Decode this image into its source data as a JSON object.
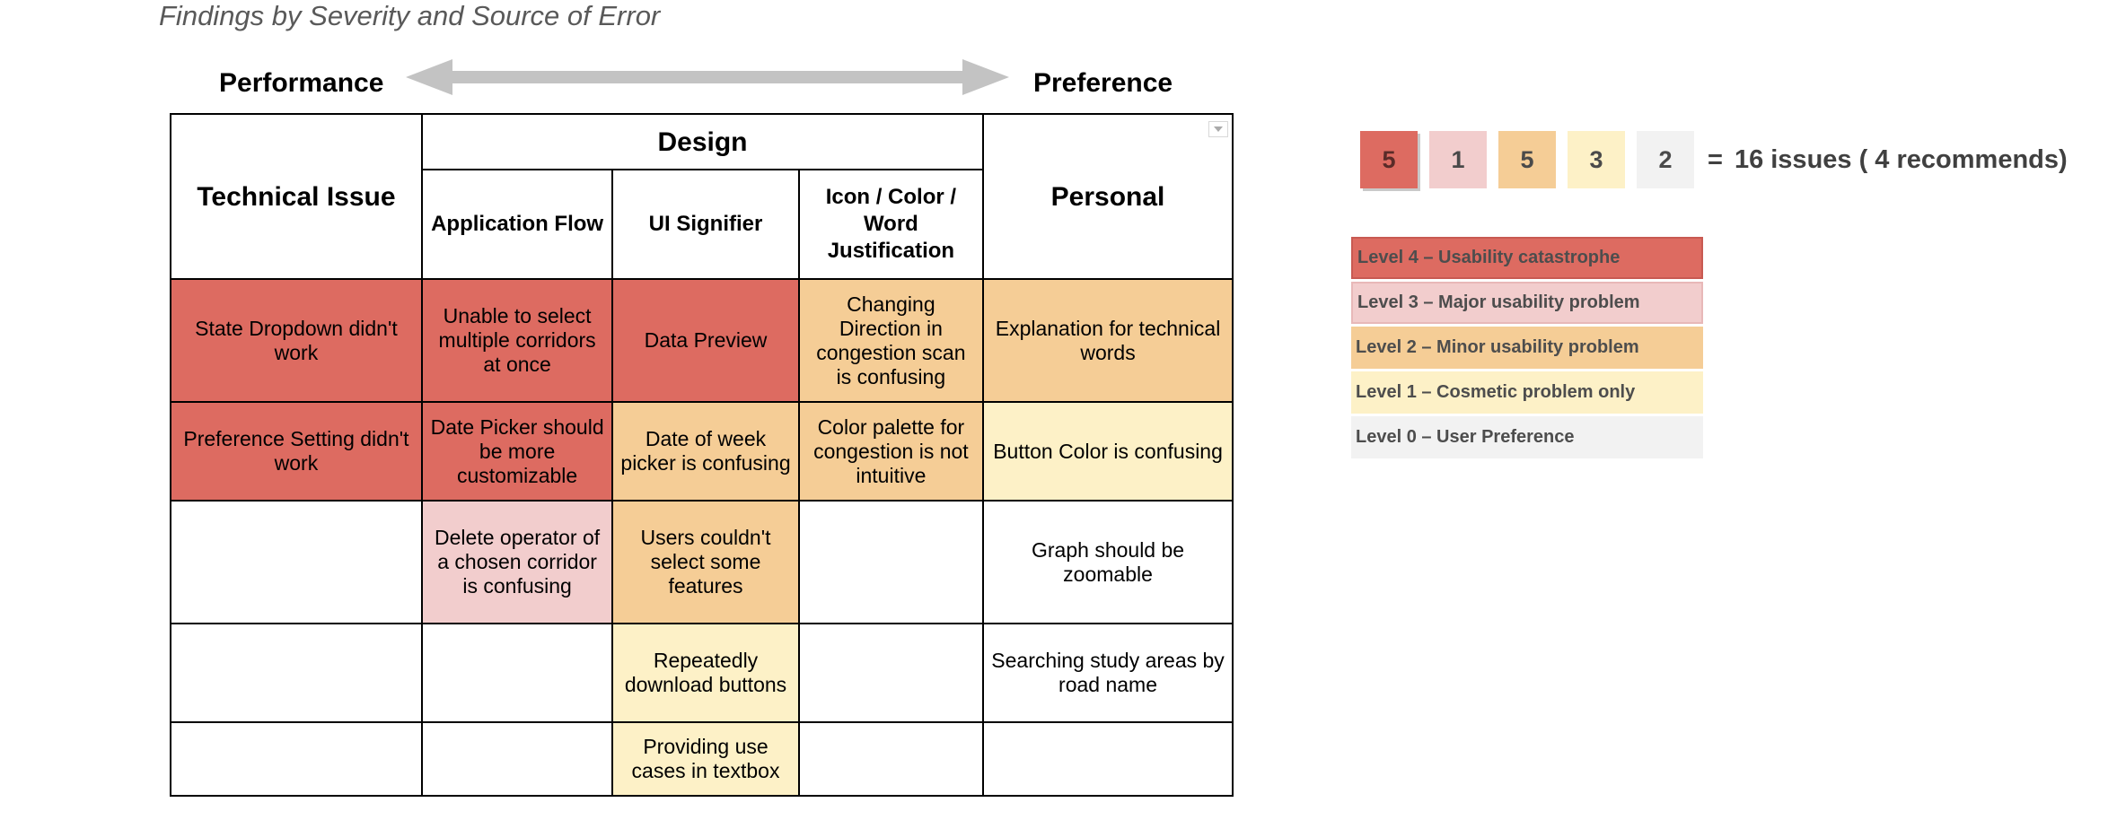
{
  "title": "Findings by Severity and Source of Error",
  "axis": {
    "left_label": "Performance",
    "right_label": "Preference"
  },
  "colors": {
    "level4": "#dd6b61",
    "level3": "#f2cdcd",
    "level2": "#f5cd96",
    "level1": "#fdf1c7",
    "level0": "#f2f2f2"
  },
  "table": {
    "headers": {
      "technical": "Technical Issue",
      "design": "Design",
      "app_flow": "Application Flow",
      "ui_signifier": "UI Signifier",
      "icon_color": "Icon / Color / Word Justification",
      "personal": "Personal"
    },
    "rows": [
      [
        {
          "text": "State Dropdown didn't work",
          "level": 4
        },
        {
          "text": "Unable to select multiple corridors at once",
          "level": 4
        },
        {
          "text": "Data Preview",
          "level": 4
        },
        {
          "text": "Changing Direction in congestion scan is confusing",
          "level": 2
        },
        {
          "text": "Explanation for technical words",
          "level": 2
        }
      ],
      [
        {
          "text": "Preference Setting didn't work",
          "level": 4
        },
        {
          "text": "Date Picker should be more customizable",
          "level": 4
        },
        {
          "text": "Date of week picker is confusing",
          "level": 2
        },
        {
          "text": "Color palette for congestion is not intuitive",
          "level": 2
        },
        {
          "text": "Button Color is confusing",
          "level": 1
        }
      ],
      [
        {
          "text": "",
          "level": null
        },
        {
          "text": "Delete operator of a chosen corridor is confusing",
          "level": 3
        },
        {
          "text": "Users couldn't select some features",
          "level": 2
        },
        {
          "text": "",
          "level": null
        },
        {
          "text": "Graph should be zoomable",
          "level": null
        }
      ],
      [
        {
          "text": "",
          "level": null
        },
        {
          "text": "",
          "level": null
        },
        {
          "text": "Repeatedly download buttons",
          "level": 1
        },
        {
          "text": "",
          "level": null
        },
        {
          "text": "Searching study areas by road name",
          "level": null
        }
      ],
      [
        {
          "text": "",
          "level": null
        },
        {
          "text": "",
          "level": null
        },
        {
          "text": "Providing use cases in textbox",
          "level": 1
        },
        {
          "text": "",
          "level": null
        },
        {
          "text": "",
          "level": null
        }
      ]
    ]
  },
  "summary": {
    "counts": [
      {
        "value": "5",
        "level": 4
      },
      {
        "value": "1",
        "level": 3
      },
      {
        "value": "5",
        "level": 2
      },
      {
        "value": "3",
        "level": 1
      },
      {
        "value": "2",
        "level": 0
      }
    ],
    "equals": "=",
    "total_text": "16 issues ( 4 recommends)"
  },
  "legend": [
    {
      "label": "Level 4 – Usability catastrophe",
      "level": 4
    },
    {
      "label": "Level 3 – Major usability problem",
      "level": 3
    },
    {
      "label": "Level 2 – Minor usability problem",
      "level": 2
    },
    {
      "label": "Level 1 – Cosmetic problem only",
      "level": 1
    },
    {
      "label": "Level 0 – User Preference",
      "level": 0
    }
  ]
}
